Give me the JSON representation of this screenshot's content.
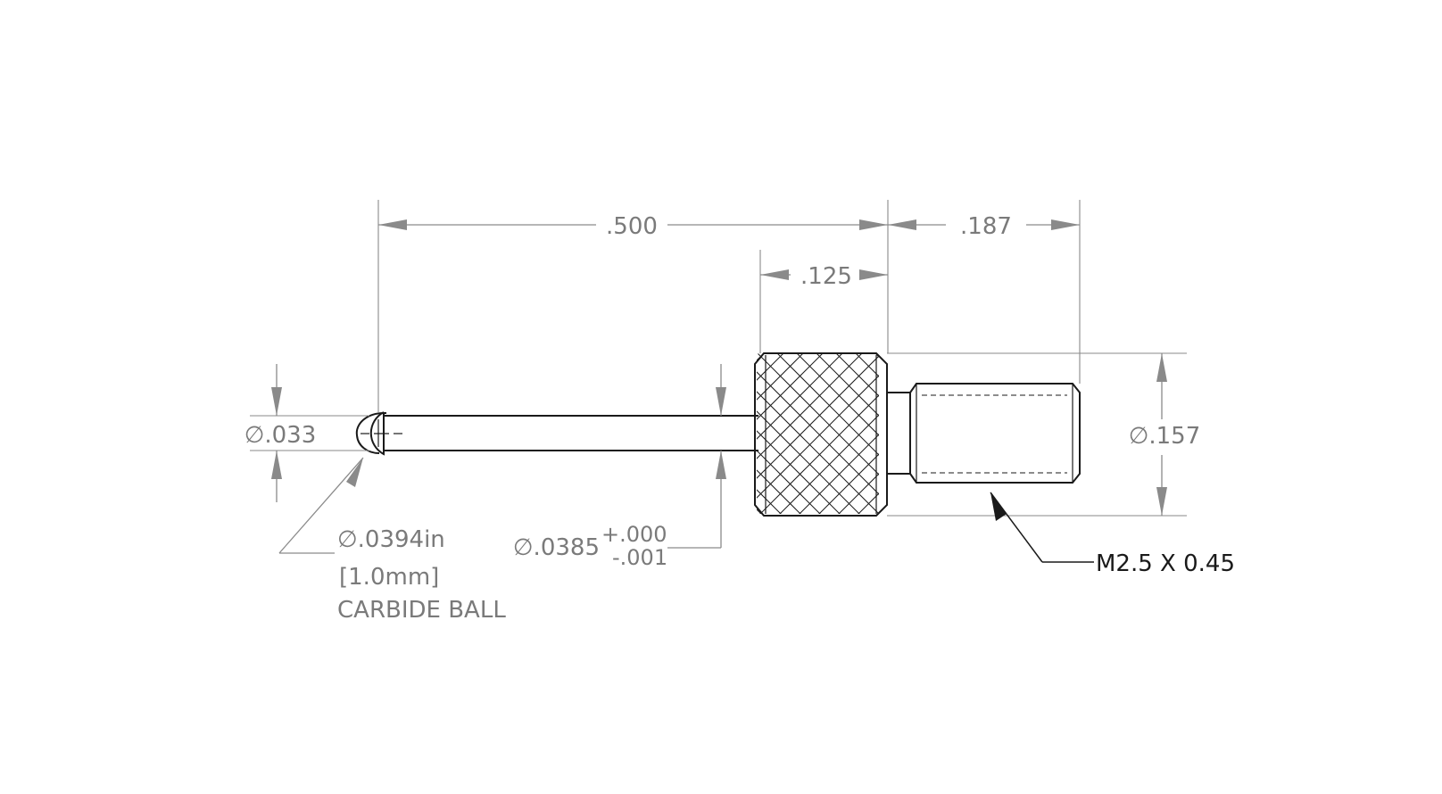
{
  "dimensions": {
    "overall_length": ".500",
    "thread_length": ".187",
    "knurl_length": ".125",
    "ball_diameter": "∅.033",
    "body_diameter": "∅.157"
  },
  "stem": {
    "diameter": "∅.0385",
    "tol_upper": "+.000",
    "tol_lower": "-.001"
  },
  "ball_callout": {
    "size_in": "∅.0394in",
    "size_mm": "[1.0mm]",
    "material": "CARBIDE BALL"
  },
  "thread_callout": "M2.5 X 0.45"
}
